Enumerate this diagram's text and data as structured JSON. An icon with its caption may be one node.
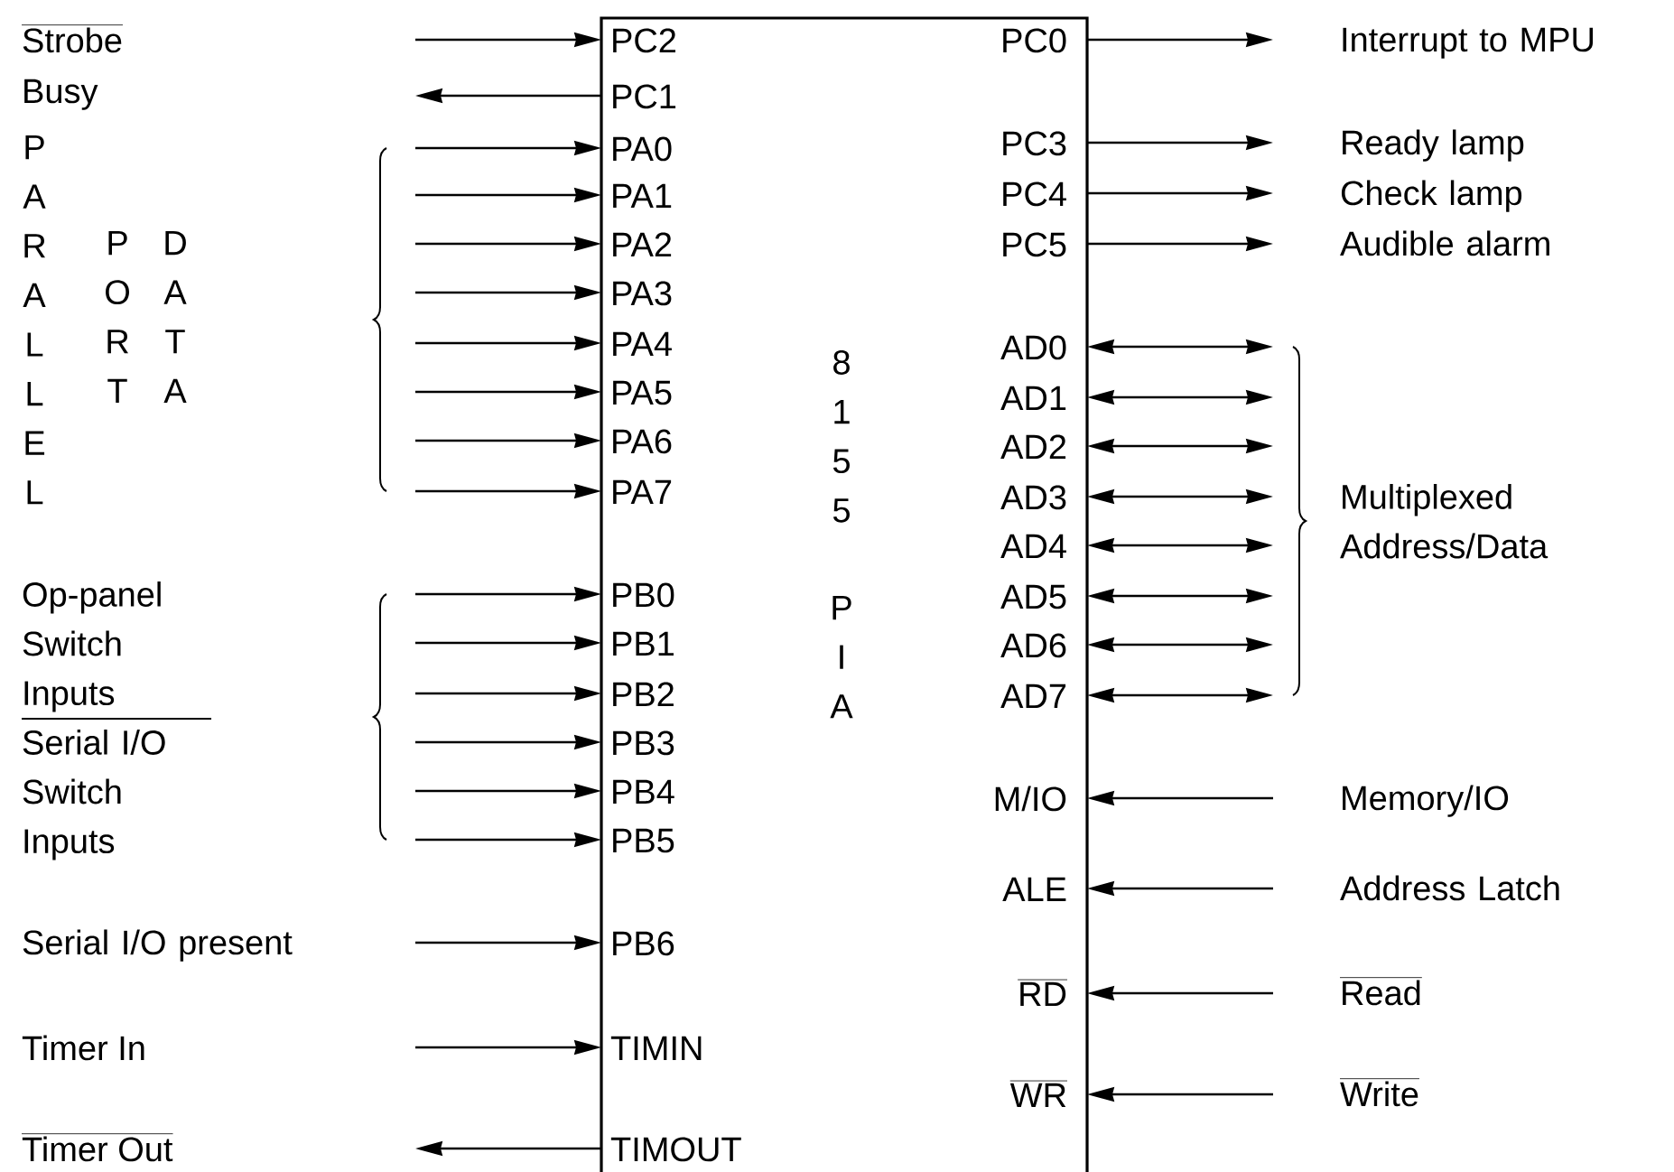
{
  "diagram": {
    "nodes": [
      {
        "text": [
          "8155",
          "PIA"
        ]
      },
      {
        "text": [
          "Serial I/O present"
        ]
      },
      {
        "text": [
          "Interrupt to MPU"
        ]
      },
      {
        "text": [
          "Ready lamp"
        ]
      },
      {
        "text": [
          "Check lamp"
        ]
      },
      {
        "text": [
          "Audible alarm"
        ]
      },
      {
        "text": [
          "Memory/IO"
        ]
      },
      {
        "text": [
          "Address Latch"
        ]
      },
      {
        "text": [
          "Read"
        ]
      },
      {
        "text": [
          "Write"
        ]
      }
    ],
    "edges": [
      {
        "from": null,
        "to": 0,
        "arrow": "to"
      },
      {
        "from": 0,
        "to": null,
        "arrow": "to"
      },
      {
        "from": null,
        "to": 0,
        "arrow": "to"
      },
      {
        "from": null,
        "to": 0,
        "arrow": "to"
      },
      {
        "from": null,
        "to": 0,
        "arrow": "to"
      },
      {
        "from": null,
        "to": 0,
        "arrow": "to"
      },
      {
        "from": null,
        "to": 0,
        "arrow": "to"
      },
      {
        "from": null,
        "to": 0,
        "arrow": "to"
      },
      {
        "from": null,
        "to": 0,
        "arrow": "to"
      },
      {
        "from": null,
        "to": 0,
        "arrow": "to"
      },
      {
        "from": null,
        "to": 0,
        "arrow": "to"
      },
      {
        "from": null,
        "to": 0,
        "arrow": "to"
      },
      {
        "from": null,
        "to": 0,
        "arrow": "to"
      },
      {
        "from": null,
        "to": 0,
        "arrow": "to"
      },
      {
        "from": null,
        "to": 0,
        "arrow": "to"
      },
      {
        "from": null,
        "to": 0,
        "arrow": "to"
      },
      {
        "from": 1,
        "to": 0,
        "arrow": "to"
      },
      {
        "from": null,
        "to": 0,
        "arrow": "to"
      },
      {
        "from": 0,
        "to": null,
        "arrow": "to"
      },
      {
        "from": 0,
        "to": 2,
        "arrow": "to"
      },
      {
        "from": 0,
        "to": 3,
        "arrow": "to"
      },
      {
        "from": 0,
        "to": 4,
        "arrow": "to"
      },
      {
        "from": 0,
        "to": 5,
        "arrow": "to"
      },
      {
        "from": 0,
        "to": null,
        "arrow": "both"
      },
      {
        "from": 0,
        "to": null,
        "arrow": "both"
      },
      {
        "from": 0,
        "to": null,
        "arrow": "both"
      },
      {
        "from": 0,
        "to": null,
        "arrow": "both"
      },
      {
        "from": 0,
        "to": null,
        "arrow": "both"
      },
      {
        "from": 0,
        "to": null,
        "arrow": "both"
      },
      {
        "from": 0,
        "to": null,
        "arrow": "both"
      },
      {
        "from": 0,
        "to": null,
        "arrow": "both"
      },
      {
        "from": 6,
        "to": 0,
        "arrow": "to"
      },
      {
        "from": 7,
        "to": 0,
        "arrow": "to"
      },
      {
        "from": 8,
        "to": 0,
        "arrow": "to"
      },
      {
        "from": 9,
        "to": 0,
        "arrow": "to"
      }
    ],
    "labels": [
      "Strobe",
      "Busy",
      "Timer In",
      "Timer Out",
      "PARALLEL",
      "PORT",
      "DATA",
      "Op-panel Switch Inputs",
      "Serial I/O Switch Inputs",
      "PC2",
      "PC1",
      "PA0",
      "PA1",
      "PA2",
      "PA3",
      "PA4",
      "PA5",
      "PA6",
      "PA7",
      "PB0",
      "PB1",
      "PB2",
      "PB3",
      "PB4",
      "PB5",
      "PB6",
      "TIMIN",
      "TIMOUT",
      "PC0",
      "PC3",
      "PC4",
      "PC5",
      "AD0",
      "AD1",
      "AD2",
      "AD3",
      "AD4",
      "AD5",
      "AD6",
      "AD7",
      "M/IO",
      "ALE",
      "RD",
      "WR",
      "Multiplexed Address/Data"
    ]
  }
}
